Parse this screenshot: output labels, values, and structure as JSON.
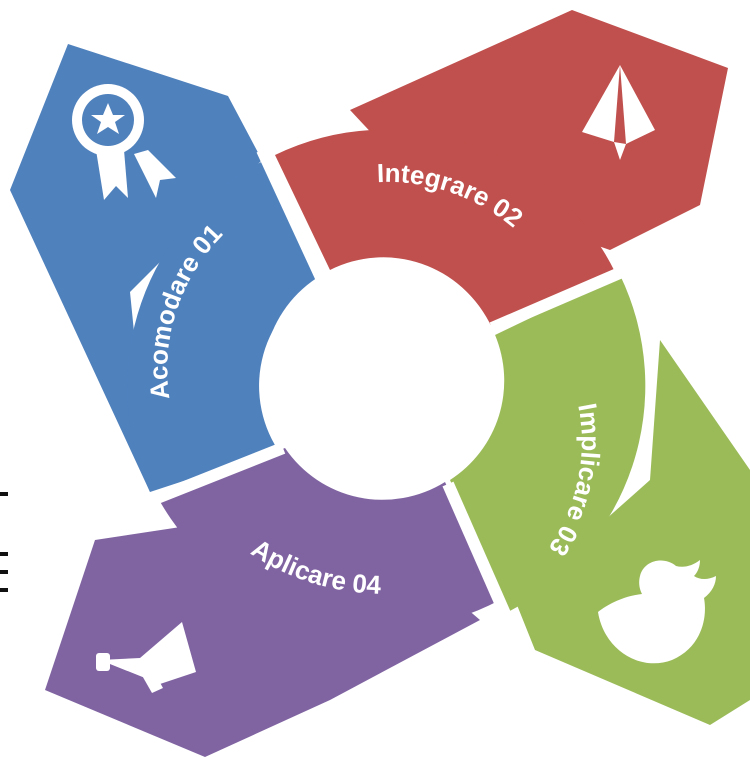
{
  "segments": [
    {
      "id": "acomodare",
      "label": "Acomodare 01",
      "color": "#4f81bd",
      "icon": "award-ribbon-icon"
    },
    {
      "id": "integrare",
      "label": "Integrare 02",
      "color": "#c0504d",
      "icon": "paper-plane-icon"
    },
    {
      "id": "implicare",
      "label": "Implicare 03",
      "color": "#9bbb59",
      "icon": "twitter-bird-icon"
    },
    {
      "id": "aplicare",
      "label": "Aplicare 04",
      "color": "#8064a2",
      "icon": "megaphone-icon"
    }
  ]
}
